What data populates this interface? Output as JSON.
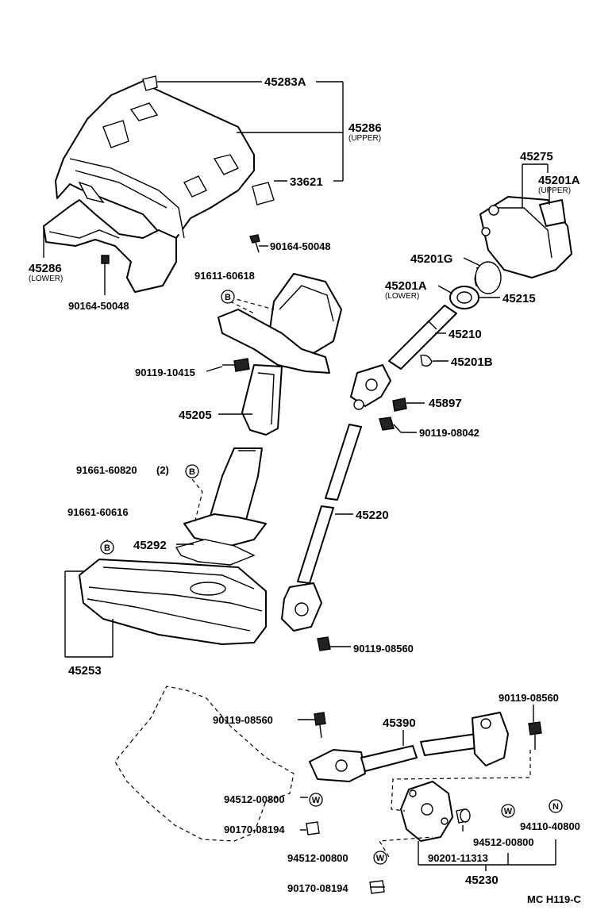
{
  "labels": {
    "p45283a": "45283A",
    "p45286_upper": "45286",
    "p45286_upper_note": "(UPPER)",
    "p33621": "33621",
    "p45286_lower": "45286",
    "p45286_lower_note": "(LOWER)",
    "p90164_a": "90164-50048",
    "p90164_b": "90164-50048",
    "p91611": "91611-60618",
    "p90119_10415": "90119-10415",
    "p45205": "45205",
    "p91661_60820": "91661-60820",
    "p91661_60820_qty": "(2)",
    "p91661_60616": "91661-60616",
    "p45292": "45292",
    "p45253": "45253",
    "p45275": "45275",
    "p45201a_upper": "45201A",
    "p45201a_upper_note": "(UPPER)",
    "p45201g": "45201G",
    "p45201a_lower": "45201A",
    "p45201a_lower_note": "(LOWER)",
    "p45215": "45215",
    "p45210": "45210",
    "p45201b": "45201B",
    "p45897": "45897",
    "p90119_08042": "90119-08042",
    "p45220": "45220",
    "p90119_08560_a": "90119-08560",
    "p90119_08560_b": "90119-08560",
    "p90119_08560_c": "90119-08560",
    "p45390": "45390",
    "p94512_a": "94512-00800",
    "p90170_a": "90170-08194",
    "p94512_b": "94512-00800",
    "p90170_b": "90170-08194",
    "p90201": "90201-11313",
    "p94512_c": "94512-00800",
    "p94110": "94110-40800",
    "p45230": "45230"
  },
  "badges": {
    "b1": "B",
    "b2": "B",
    "b3": "B",
    "w1": "W",
    "w2": "W",
    "w3": "W",
    "n1": "N"
  },
  "footer": {
    "code": "MC H119-C"
  }
}
